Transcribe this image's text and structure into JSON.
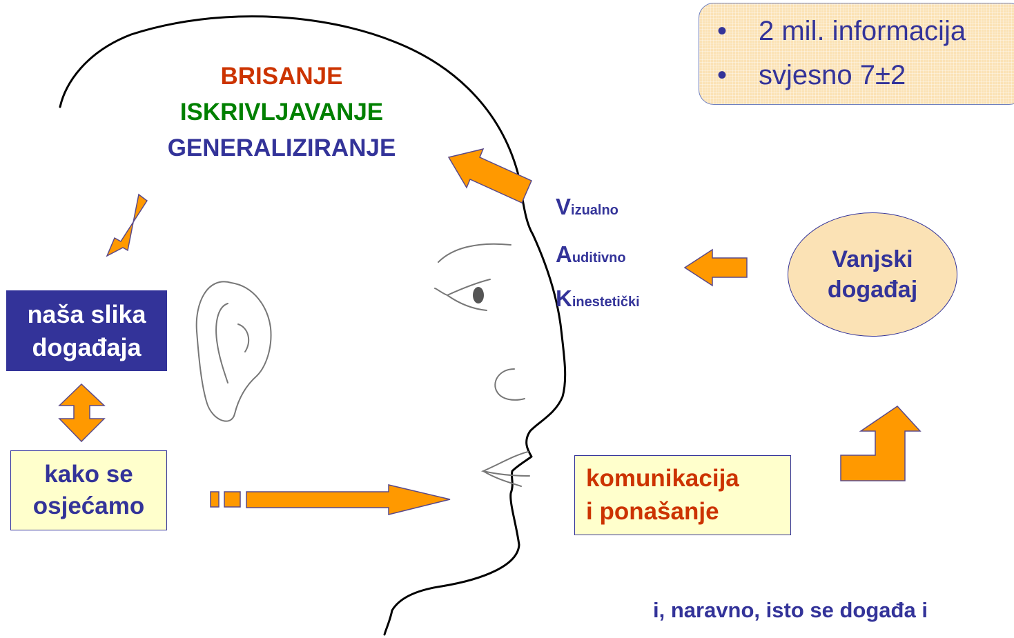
{
  "filters": {
    "deletion": "BRISANJE",
    "distortion": "ISKRIVLJAVANJE",
    "generalization": "GENERALIZIRANJE"
  },
  "info_box": {
    "items": [
      "2 mil. informacija",
      "svjesno 7±2"
    ]
  },
  "our_picture": {
    "line1": "naša slika",
    "line2": "događaja"
  },
  "how_we_feel": {
    "line1": "kako se",
    "line2": "osjećamo"
  },
  "communication": {
    "line1": "komunikacija",
    "line2": "i ponašanje"
  },
  "senses": [
    {
      "initial": "V",
      "rest": "izualno"
    },
    {
      "initial": "A",
      "rest": "uditivno"
    },
    {
      "initial": "K",
      "rest": "inestetički"
    }
  ],
  "external_event": {
    "line1": "Vanjski",
    "line2": "događaj"
  },
  "footer": "i, naravno, isto se događa i",
  "colors": {
    "red": "#cc3300",
    "green": "#008000",
    "navy": "#333399",
    "orange": "#ff9900",
    "light_yellow": "#ffffcc",
    "peach": "#fbe2b5"
  }
}
